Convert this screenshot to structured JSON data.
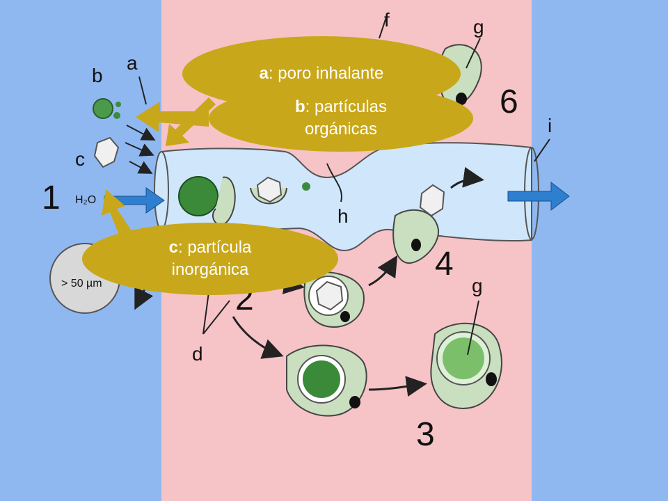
{
  "labels": {
    "a": "a",
    "b": "b",
    "c": "c",
    "d": "d",
    "f": "f",
    "g": "g",
    "h": "h",
    "i": "i",
    "water": "H₂O",
    "size": "> 50 µm",
    "step1": "1",
    "step2": "2",
    "step3": "3",
    "step4": "4",
    "step6": "6"
  },
  "callouts": {
    "a": {
      "key": "a",
      "text": ": poro inhalante"
    },
    "b": {
      "key": "b",
      "text_line1": ": partículas",
      "text_line2": "orgánicas"
    },
    "c": {
      "key": "c",
      "text_line1": ": partícula",
      "text_line2": "inorgánica"
    }
  },
  "colors": {
    "background": "#8fb8f0",
    "tissue": "#f6c3c7",
    "canal": "#cfe6fb",
    "cell": "#c9dfbf",
    "callout": "#c9a71a",
    "arrow_blue": "#2f7fd0"
  }
}
